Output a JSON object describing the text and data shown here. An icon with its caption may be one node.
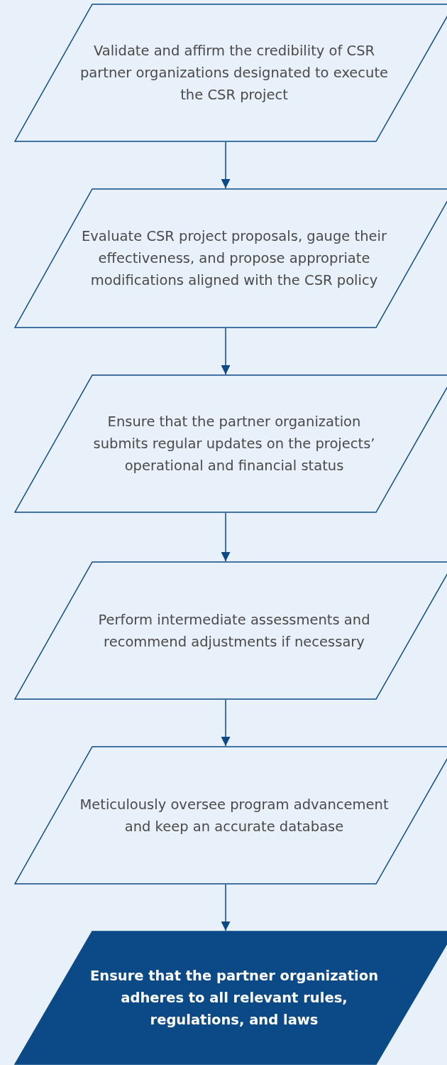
{
  "diagram": {
    "nodes": [
      {
        "text": [
          "Validate and affirm the credibility of CSR partner organizations designated to execute the CSR project"
        ]
      },
      {
        "text": [
          "Evaluate CSR project proposals, gauge their effectiveness, and propose appropriate modifications aligned with the CSR policy"
        ]
      },
      {
        "text": [
          "Ensure that the partner organization submits regular updates on the projects’ operational and financial status"
        ]
      },
      {
        "text": [
          "Perform intermediate assessments and recommend adjustments if necessary"
        ]
      },
      {
        "text": [
          "Meticulously oversee program advancement and keep an accurate database"
        ]
      },
      {
        "text": [
          "Ensure that the partner organization adheres to all relevant rules, regulations, and laws"
        ]
      }
    ],
    "edges": [
      {
        "from": 0,
        "to": 1,
        "arrow": "to"
      },
      {
        "from": 1,
        "to": 2,
        "arrow": "to"
      },
      {
        "from": 2,
        "to": 3,
        "arrow": "to"
      },
      {
        "from": 3,
        "to": 4,
        "arrow": "to"
      },
      {
        "from": 4,
        "to": 5,
        "arrow": "to"
      }
    ]
  }
}
